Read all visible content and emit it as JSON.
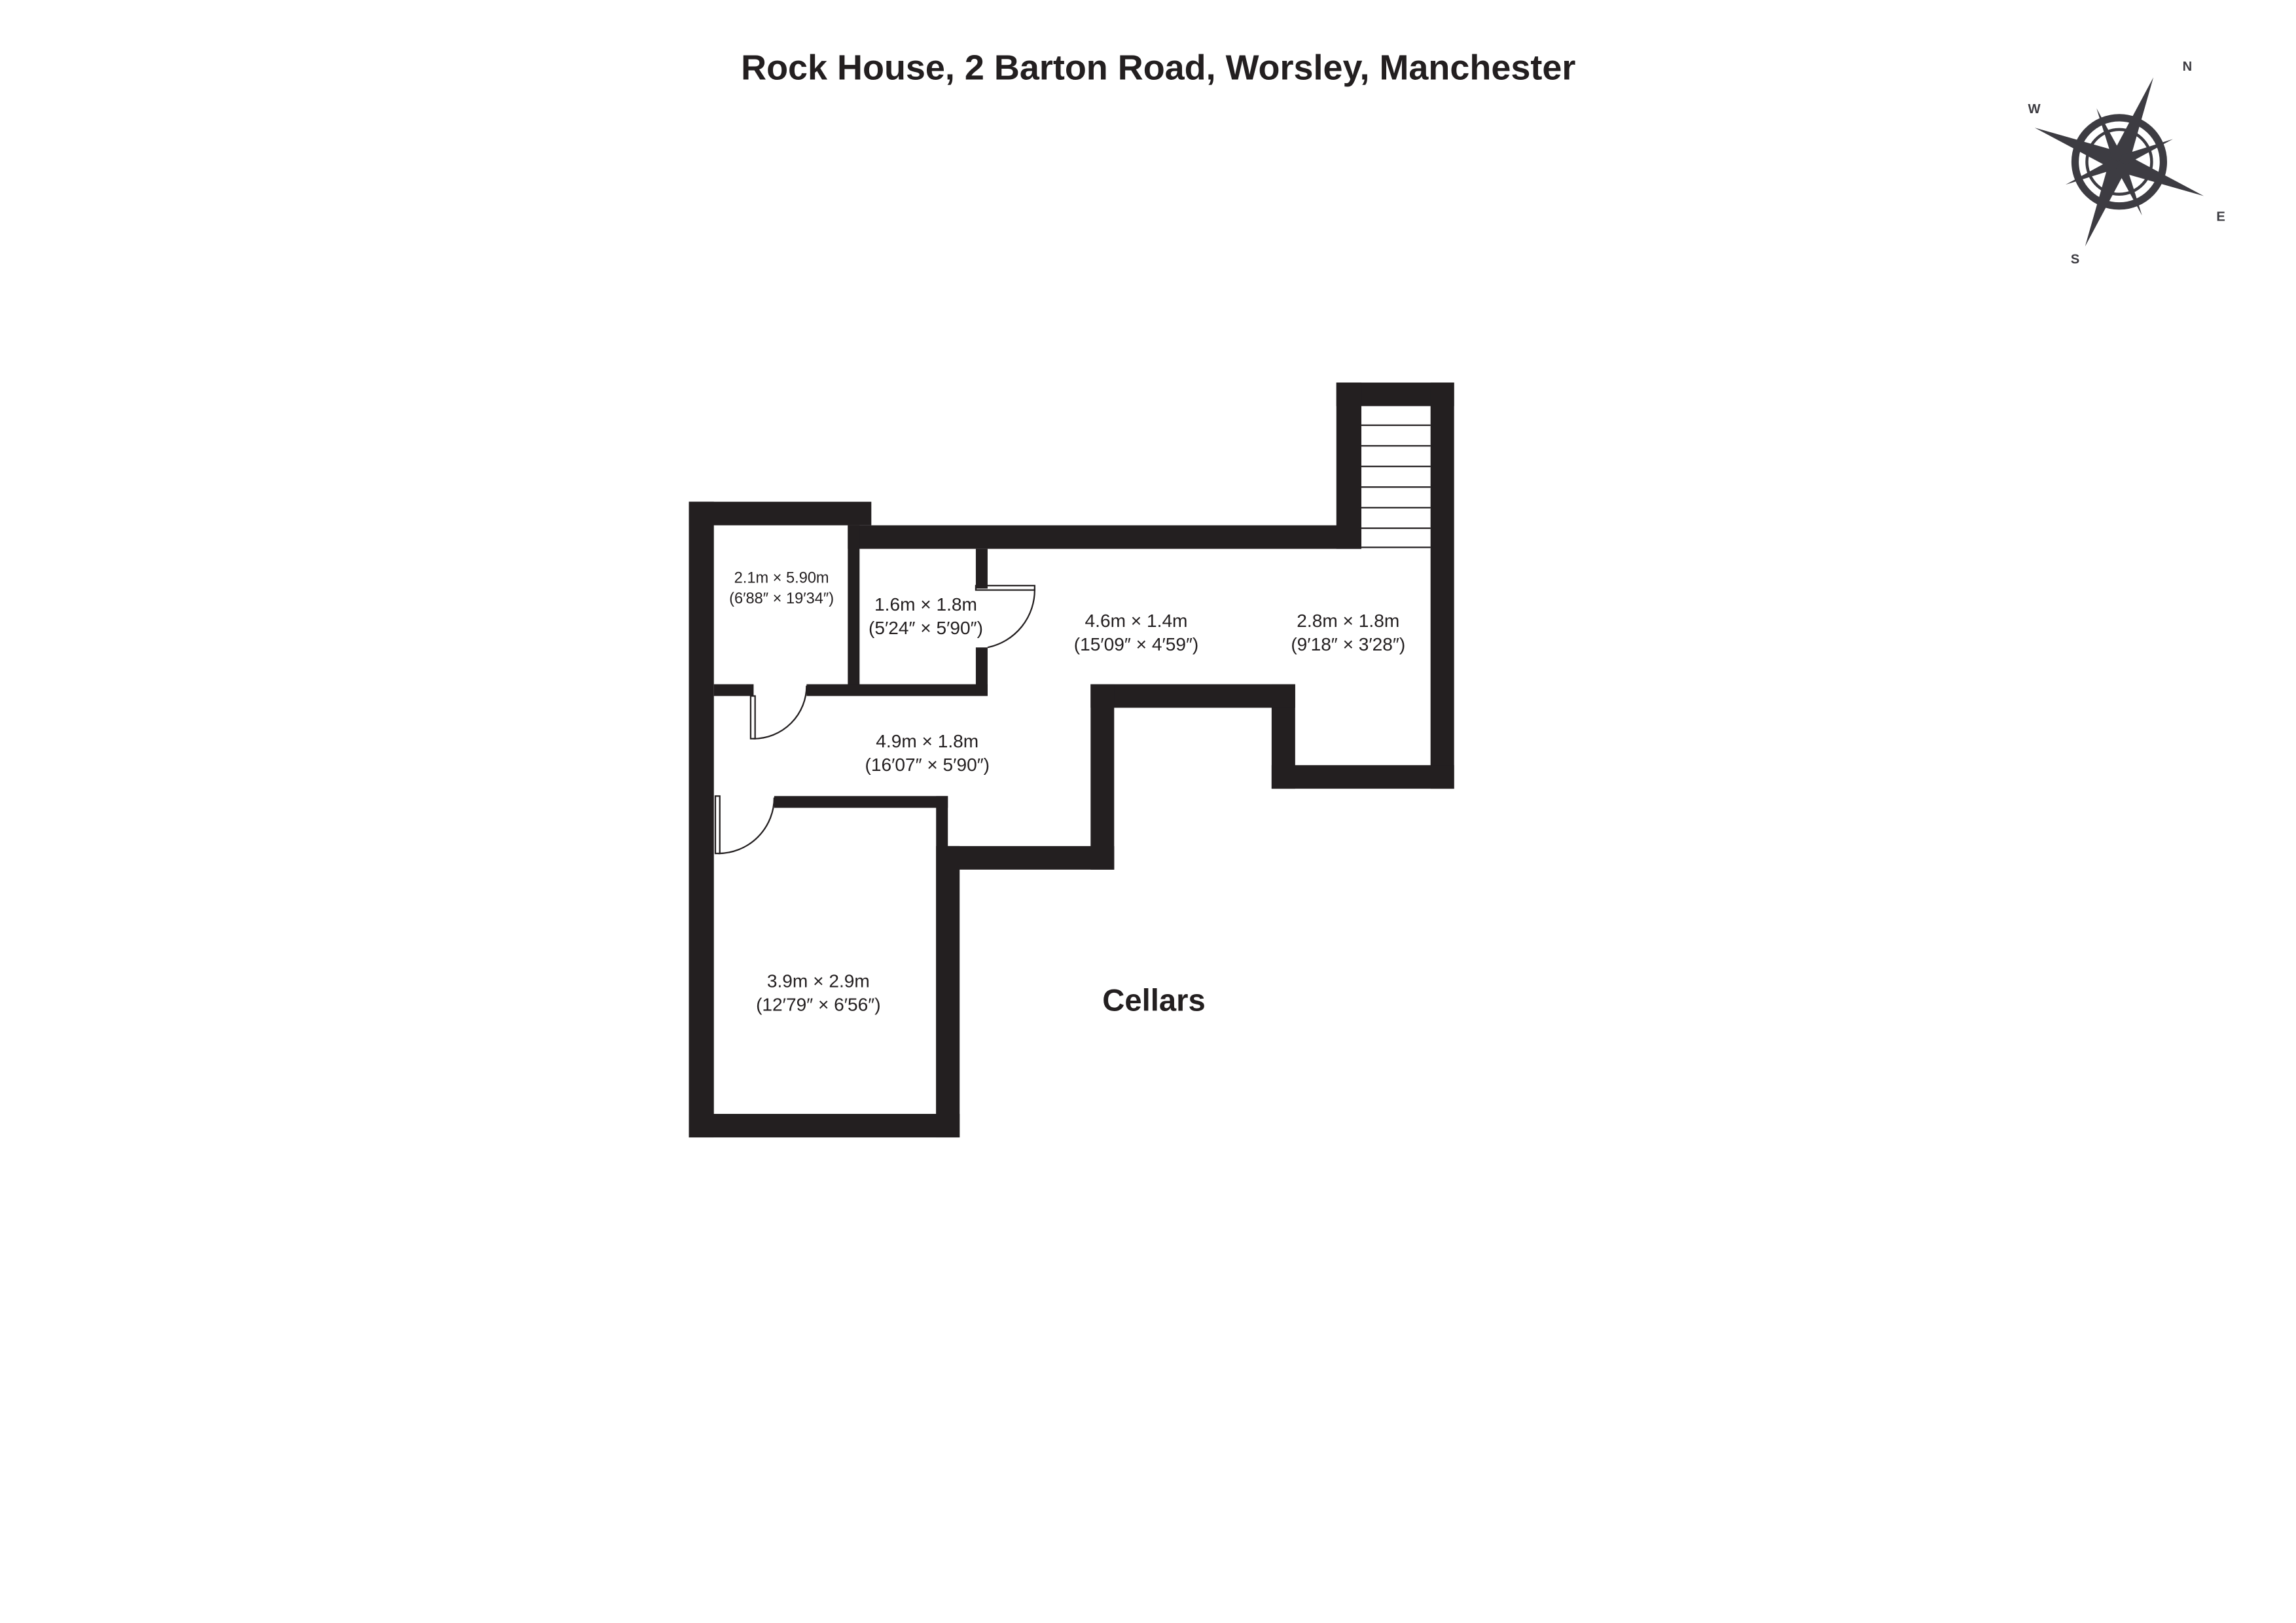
{
  "header": {
    "title": "Rock House, 2 Barton Road, Worsley, Manchester"
  },
  "compass": {
    "n": "N",
    "e": "E",
    "s": "S",
    "w": "W",
    "color": "#3d3c42"
  },
  "floor": {
    "name": "Cellars"
  },
  "rooms": [
    {
      "metric": "2.1m × 5.90m",
      "imperial": "(6′88″ × 19′34″)"
    },
    {
      "metric": "1.6m × 1.8m",
      "imperial": "(5′24″ × 5′90″)"
    },
    {
      "metric": "4.6m × 1.4m",
      "imperial": "(15′09″ × 4′59″)"
    },
    {
      "metric": "2.8m × 1.8m",
      "imperial": "(9′18″ × 3′28″)"
    },
    {
      "metric": "4.9m × 1.8m",
      "imperial": "(16′07″ × 5′90″)"
    },
    {
      "metric": "3.9m × 2.9m",
      "imperial": "(12′79″ × 6′56″)"
    }
  ],
  "colors": {
    "wall": "#231f20"
  }
}
